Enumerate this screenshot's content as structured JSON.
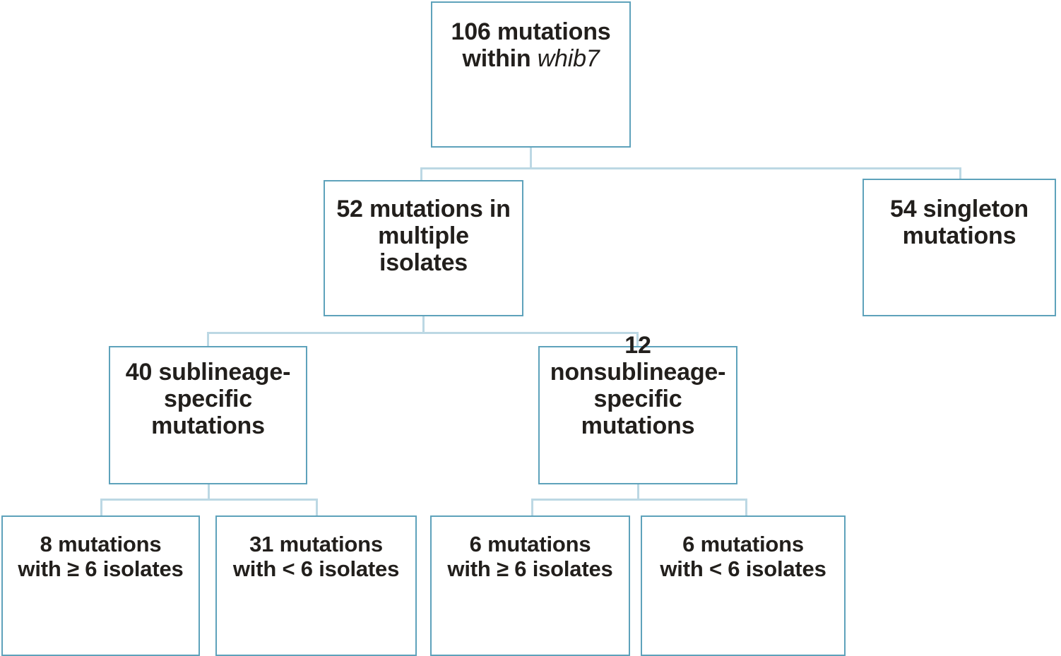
{
  "diagram": {
    "title": "whib7 mutation breakdown flowchart",
    "type": "flowchart",
    "colors": {
      "box_border": "#5ea2bb",
      "connector": "#bcd8e4",
      "text": "#221f1c",
      "background": "#ffffff"
    },
    "nodes": {
      "root": {
        "id": "root",
        "count": 106,
        "line1": "106 mutations",
        "line2_prefix": "within ",
        "line2_gene": "whib7",
        "full_text": "106 mutations within whib7"
      },
      "multiple_isolates": {
        "id": "multiple-isolates",
        "count": 52,
        "line1": "52 mutations in",
        "line2": "multiple",
        "line3": "isolates",
        "full_text": "52 mutations in multiple isolates"
      },
      "singleton": {
        "id": "singleton",
        "count": 54,
        "line1": "54 singleton",
        "line2": "mutations",
        "full_text": "54 singleton mutations"
      },
      "sublineage_specific": {
        "id": "sublineage-specific",
        "count": 40,
        "line1": "40 sublineage-",
        "line2": "specific",
        "line3": "mutations",
        "full_text": "40 sublineage-specific mutations"
      },
      "nonsublineage_specific": {
        "id": "nonsublineage-specific",
        "count": 12,
        "line1": "12",
        "line2": "nonsublineage-",
        "line3": "specific",
        "line4": "mutations",
        "full_text": "12 nonsublineage-specific mutations"
      },
      "leaf_sub_ge6": {
        "id": "sublineage-ge-6-isolates",
        "count": 8,
        "line1": "8 mutations",
        "line2": "with ≥ 6 isolates",
        "full_text": "8 mutations with ≥ 6 isolates"
      },
      "leaf_sub_lt6": {
        "id": "sublineage-lt-6-isolates",
        "count": 31,
        "line1": "31 mutations",
        "line2": "with < 6 isolates",
        "full_text": "31 mutations with < 6 isolates"
      },
      "leaf_nonsub_ge6": {
        "id": "nonsublineage-ge-6-isolates",
        "count": 6,
        "line1": "6 mutations",
        "line2": "with ≥ 6 isolates",
        "full_text": "6 mutations with ≥ 6 isolates"
      },
      "leaf_nonsub_lt6": {
        "id": "nonsublineage-lt-6-isolates",
        "count": 6,
        "line1": "6 mutations",
        "line2": "with < 6 isolates",
        "full_text": "6 mutations with < 6 isolates"
      }
    },
    "edges": [
      {
        "from": "root",
        "to": "multiple_isolates"
      },
      {
        "from": "root",
        "to": "singleton"
      },
      {
        "from": "multiple_isolates",
        "to": "sublineage_specific"
      },
      {
        "from": "multiple_isolates",
        "to": "nonsublineage_specific"
      },
      {
        "from": "sublineage_specific",
        "to": "leaf_sub_ge6"
      },
      {
        "from": "sublineage_specific",
        "to": "leaf_sub_lt6"
      },
      {
        "from": "nonsublineage_specific",
        "to": "leaf_nonsub_ge6"
      },
      {
        "from": "nonsublineage_specific",
        "to": "leaf_nonsub_lt6"
      }
    ]
  }
}
